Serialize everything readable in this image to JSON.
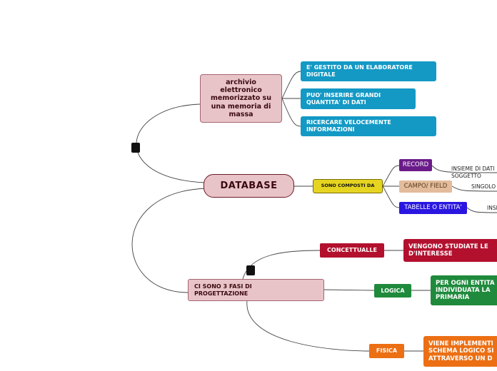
{
  "nodes": {
    "database": "DATABASE",
    "archivio": "archivio elettronico memorizzato su una memoria di massa",
    "gestito": "E' GESTITO DA UN ELABORATORE DIGITALE",
    "inserire": "PUO' INSERIRE GRANDI QUANTITA' DI DATI",
    "ricercare": "RICERCARE VELOCEMENTE INFORMAZIONI",
    "composti": "SONO COMPOSTI DA",
    "record": "RECORD",
    "record_desc": "INSIEME DI DATI\nSOGGETTO",
    "campo": "CAMPO/ FIELD",
    "campo_desc": "SINGOLO",
    "tabelle": "TABELLE O ENTITA'",
    "tabelle_desc": "INSI",
    "fasi": "CI SONO 3 FASI DI PROGETTAZIONE",
    "concettuale": "CONCETTUALLE",
    "concettuale_desc": "VENGONO STUDIATE LE\nD'INTERESSE",
    "logica": "LOGICA",
    "logica_desc": "PER OGNI ENTITA\nINDIVIDUATA LA\nPRIMARIA",
    "fisica": "FISICA",
    "fisica_desc": "VIENE IMPLEMENTI\nSCHEMA LOGICO SI\nATTRAVERSO UN D"
  },
  "colors": {
    "pink_fill": "#e8c4c8",
    "pink_border": "#a56470",
    "info_blue": "#1499c5",
    "composti_yellow": "#e6d520",
    "record_purple": "#6a1b8a",
    "campo_tan": "#e3bc9c",
    "tabelle_blue": "#2a16e0",
    "concettuale_red": "#b3102e",
    "logica_green": "#1f8a3c",
    "fisica_orange": "#ec6f14"
  },
  "icons": [
    "collapse-toggle-icon",
    "collapse-toggle-icon"
  ]
}
